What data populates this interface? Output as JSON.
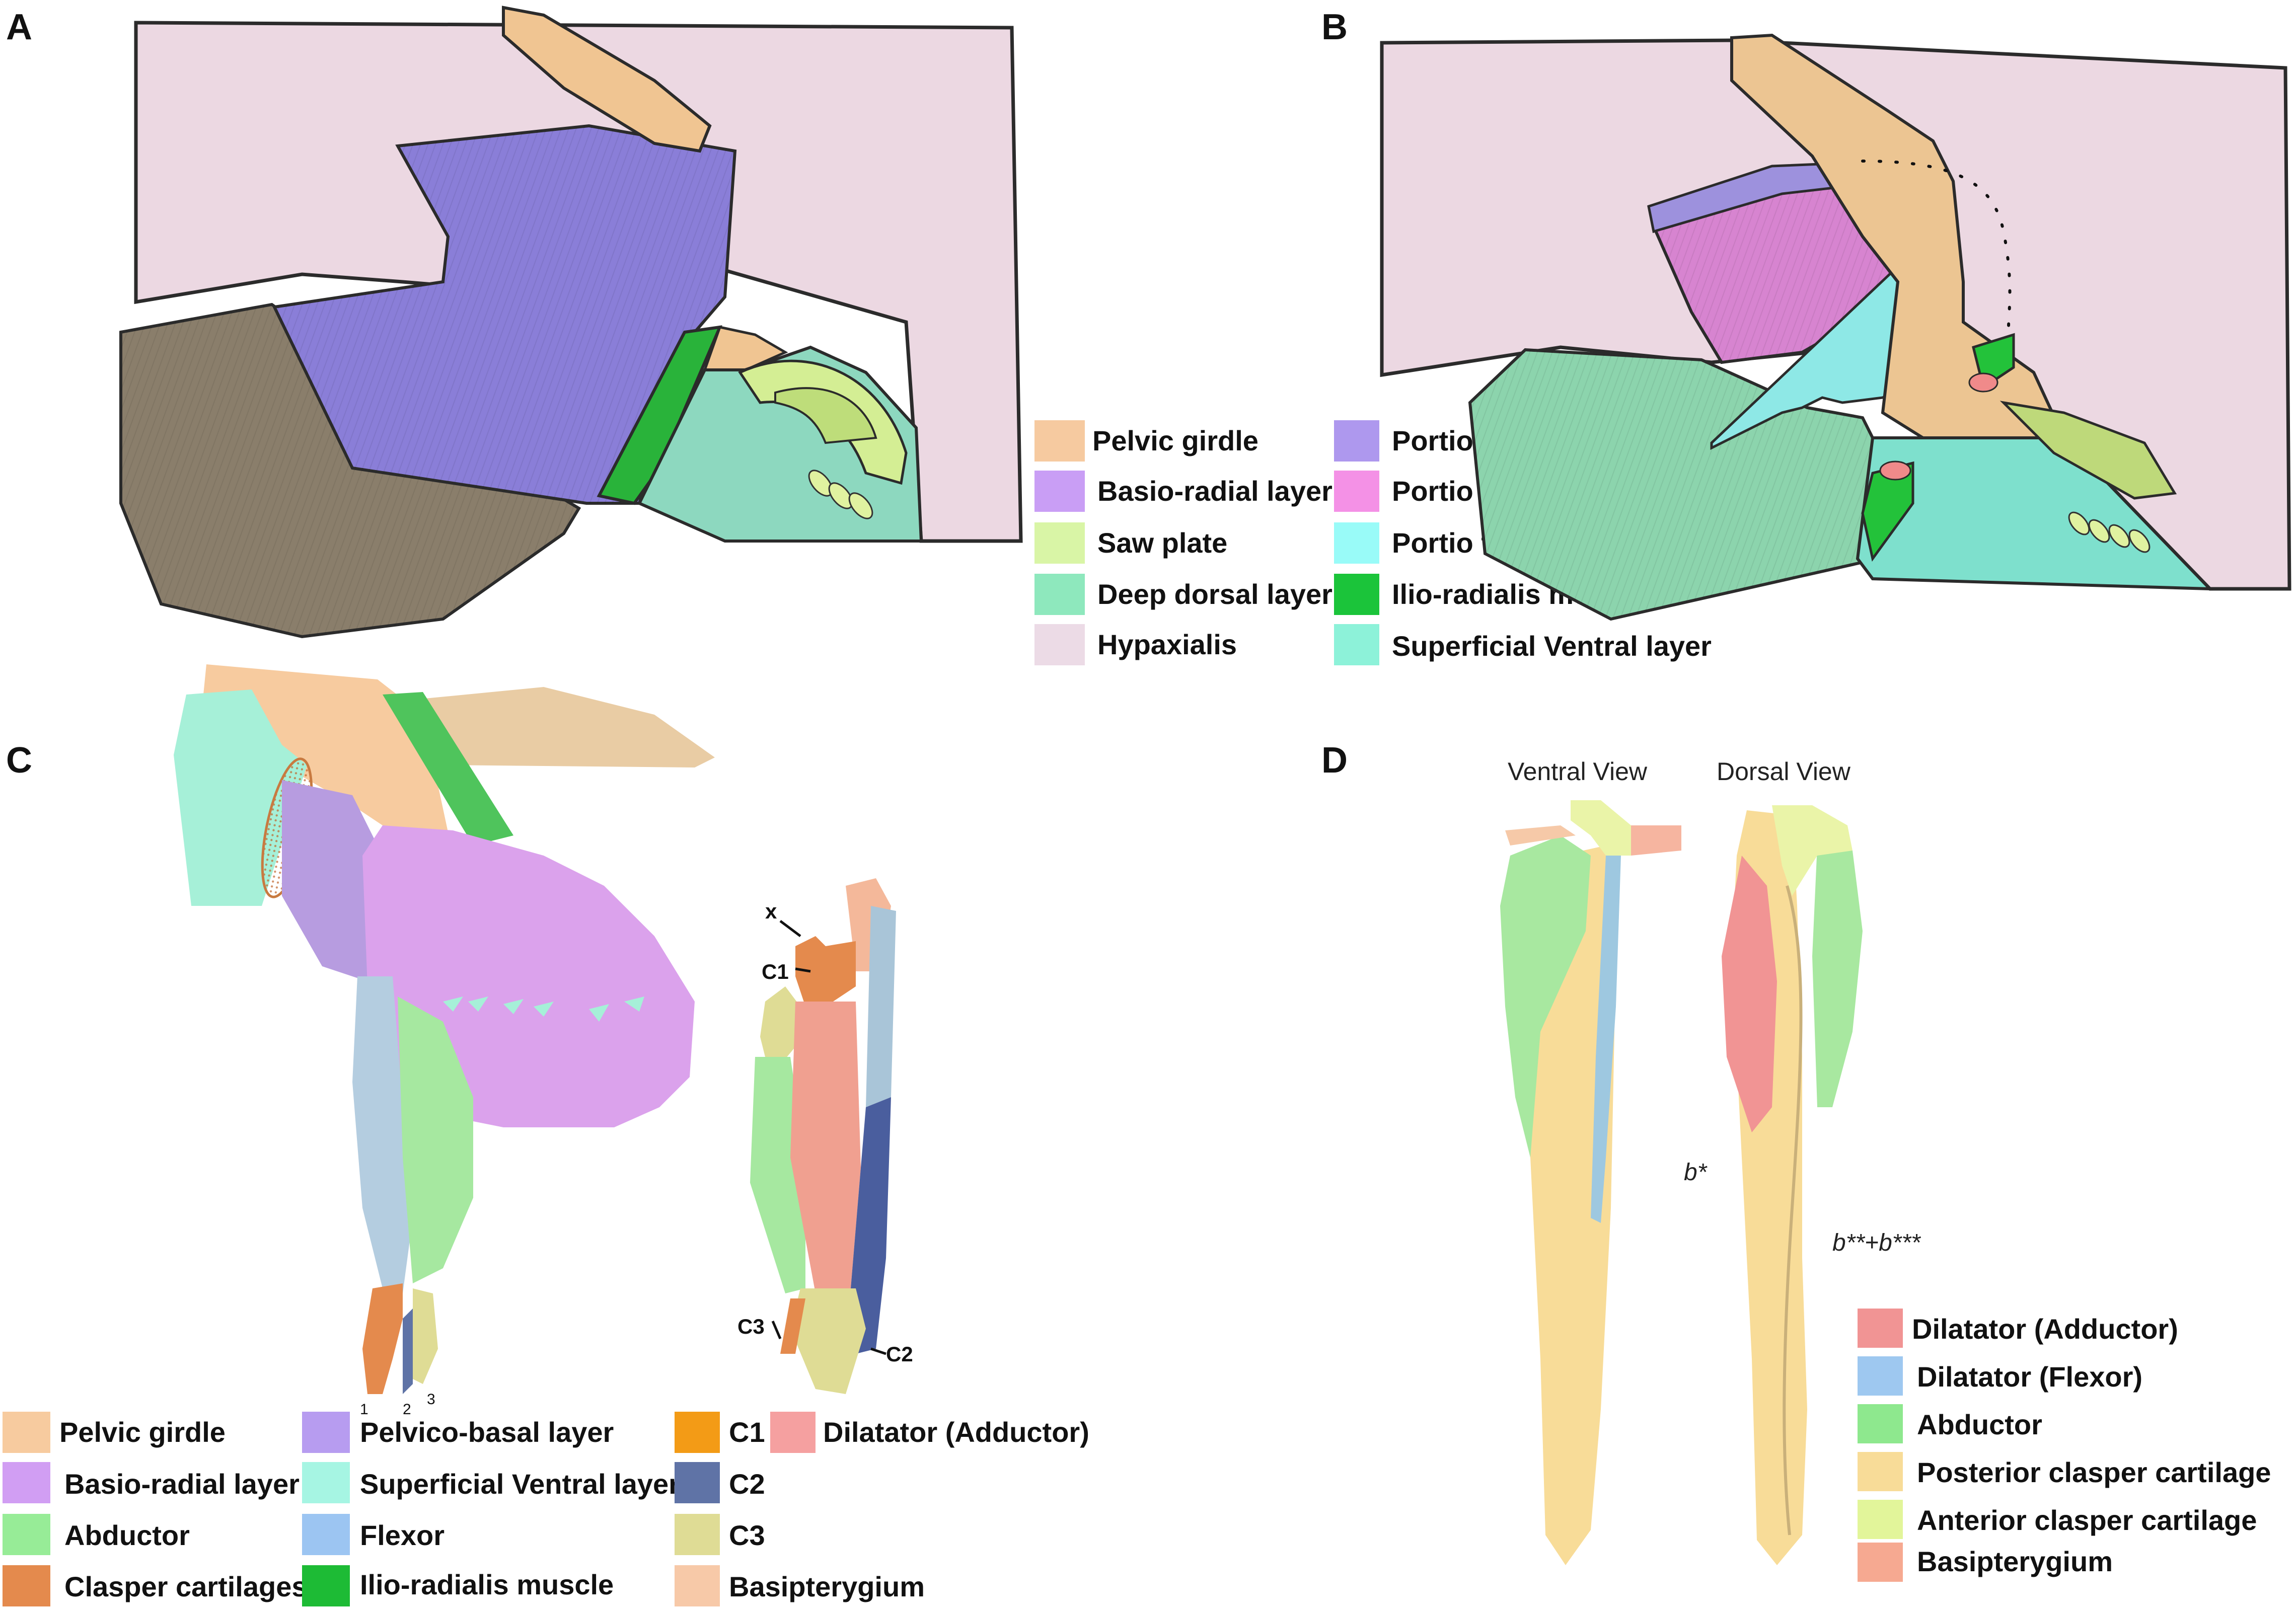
{
  "panels": {
    "A": {
      "label": "A",
      "legend": [
        {
          "text": "Pelvic girdle",
          "color": "#f6caa0"
        },
        {
          "text": "Basio-radial layer",
          "color": "#c99ef5"
        },
        {
          "text": "Saw plate",
          "color": "#d9f5a6"
        },
        {
          "text": "Deep dorsal layer",
          "color": "#8ee8bd"
        },
        {
          "text": "Hypaxialis",
          "color": "#ecdbe6"
        },
        {
          "text": "Portio prima",
          "color": "#ae98ee"
        },
        {
          "text": "Portio secunda",
          "color": "#f491e6"
        },
        {
          "text": "Portio tertia",
          "color": "#99fbf8"
        },
        {
          "text": "Ilio-radialis muscle",
          "color": "#1bc43a"
        },
        {
          "text": "Superficial Ventral layer",
          "color": "#8df2d9"
        }
      ]
    },
    "B": {
      "label": "B"
    },
    "C": {
      "label": "C",
      "markers": {
        "x": "x",
        "c1": "C1",
        "c2": "C2",
        "c3": "C3",
        "n1": "1",
        "n2": "2",
        "n3": "3"
      },
      "legend": [
        {
          "text": "Pelvic girdle",
          "color": "#f7cb9f"
        },
        {
          "text": "Basio-radial layer",
          "color": "#d19ef3"
        },
        {
          "text": "Abductor",
          "color": "#97ec97"
        },
        {
          "text": "Clasper cartilages",
          "color": "#e48a4d"
        },
        {
          "text": "Pelvico-basal layer",
          "color": "#b79cf0"
        },
        {
          "text": "Superficial Ventral layer",
          "color": "#a6f5e3"
        },
        {
          "text": "Flexor",
          "color": "#9cc5f2"
        },
        {
          "text": "Ilio-radialis muscle",
          "color": "#1dbb35"
        },
        {
          "text": "C1",
          "color": "#f39b16"
        },
        {
          "text": "C2",
          "color": "#5f73a6"
        },
        {
          "text": "C3",
          "color": "#dfdc95"
        },
        {
          "text": "Basipterygium",
          "color": "#f7c9a8"
        },
        {
          "text": "Dilatator (Adductor)",
          "color": "#f5a0a0"
        }
      ]
    },
    "D": {
      "label": "D",
      "view_ventral": "Ventral View",
      "view_dorsal": "Dorsal View",
      "note_b1": "b*",
      "note_b2": "b**+b***",
      "legend": [
        {
          "text": "Dilatator (Adductor)",
          "color": "#f19494"
        },
        {
          "text": "Dilatator (Flexor)",
          "color": "#9ec8f0"
        },
        {
          "text": "Abductor",
          "color": "#8ee88e"
        },
        {
          "text": "Posterior clasper cartilage",
          "color": "#f8dc98"
        },
        {
          "text": "Anterior clasper cartilage",
          "color": "#e2f59a"
        },
        {
          "text": "Basipterygium",
          "color": "#f6a991"
        }
      ]
    }
  }
}
